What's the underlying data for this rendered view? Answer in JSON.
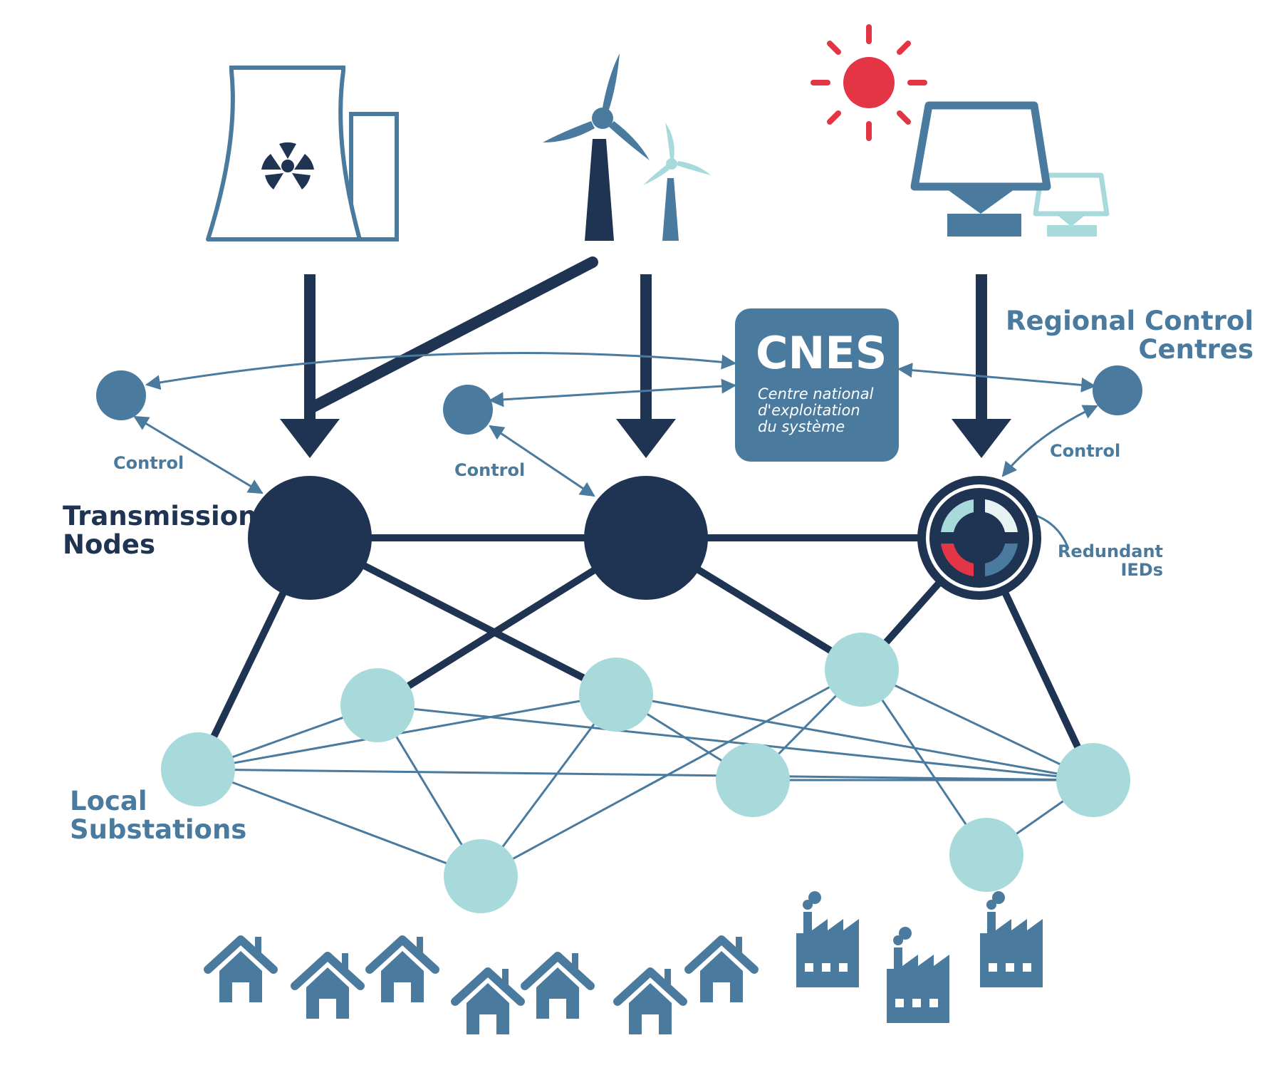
{
  "colors": {
    "navy": "#1f3352",
    "steel_blue": "#4a7a9e",
    "light_teal": "#a8dadb",
    "red": "#e33545"
  },
  "labels": {
    "transmission_nodes": [
      "Transmission",
      "Nodes"
    ],
    "local_substations": [
      "Local",
      "Substations"
    ],
    "regional_control": [
      "Regional Control",
      "Centres"
    ],
    "control": "Control",
    "redundant_ieds": [
      "Redundant",
      "IEDs"
    ]
  },
  "cnes": {
    "title": "CNES",
    "subtitle": [
      "Centre national",
      "d'exploitation",
      "du système"
    ]
  },
  "icons": {
    "sources": [
      "nuclear-plant-icon",
      "wind-turbine-icon",
      "sun-icon",
      "solar-panel-icon"
    ],
    "consumers": [
      "house-icon",
      "factory-icon"
    ],
    "house_count": 7,
    "factory_count": 3
  }
}
